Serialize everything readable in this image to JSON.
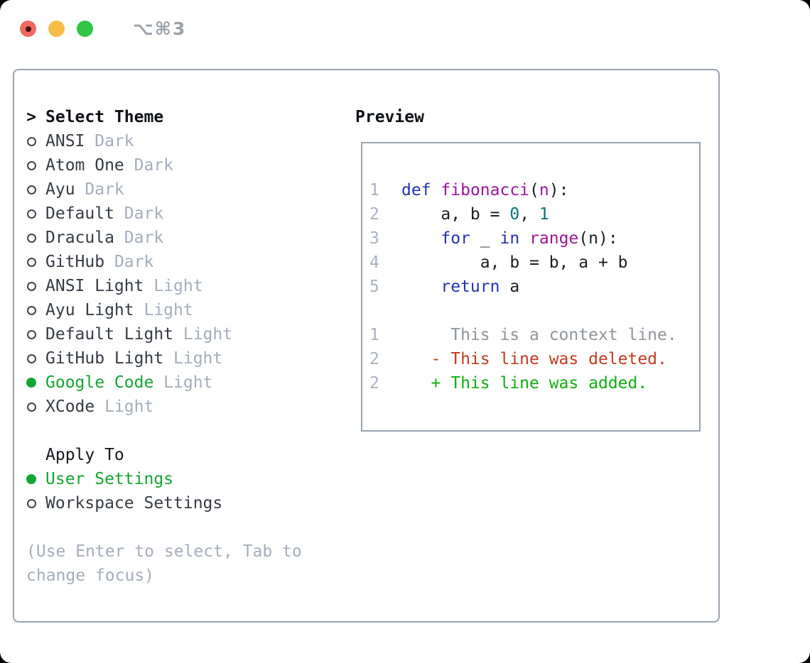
{
  "window": {
    "title": "⌥⌘3"
  },
  "colors": {
    "accent_green": "#14a534",
    "keyword": "#2433b0",
    "function": "#9a169a",
    "number": "#0b7474",
    "plain": "#1b1e23",
    "lineno": "#a8b1bf",
    "context": "#8f959c",
    "deleted": "#c23b22",
    "added": "#0fae0f",
    "list_primary": "#353b44",
    "list_secondary": "#a4adbb",
    "panel_border": "#99a3b0",
    "hint_text": "#a4adbb",
    "radio_ring": "#3f454d",
    "traffic_red": "#ee6a5f",
    "traffic_red_dot": "#43130b",
    "traffic_yellow": "#f5bd45",
    "traffic_green": "#32c546"
  },
  "theme_selector": {
    "header_marker": ">",
    "header": "Select Theme",
    "items": [
      {
        "name": "ANSI",
        "variant": "Dark",
        "selected": false
      },
      {
        "name": "Atom One",
        "variant": "Dark",
        "selected": false
      },
      {
        "name": "Ayu",
        "variant": "Dark",
        "selected": false
      },
      {
        "name": "Default",
        "variant": "Dark",
        "selected": false
      },
      {
        "name": "Dracula",
        "variant": "Dark",
        "selected": false
      },
      {
        "name": "GitHub",
        "variant": "Dark",
        "selected": false
      },
      {
        "name": "ANSI Light",
        "variant": "Light",
        "selected": false
      },
      {
        "name": "Ayu Light",
        "variant": "Light",
        "selected": false
      },
      {
        "name": "Default Light",
        "variant": "Light",
        "selected": false
      },
      {
        "name": "GitHub Light",
        "variant": "Light",
        "selected": false
      },
      {
        "name": "Google Code",
        "variant": "Light",
        "selected": true
      },
      {
        "name": "XCode",
        "variant": "Light",
        "selected": false
      }
    ]
  },
  "apply_to": {
    "header": "Apply To",
    "options": [
      {
        "label": "User Settings",
        "selected": true
      },
      {
        "label": "Workspace Settings",
        "selected": false
      }
    ]
  },
  "hint": "(Use Enter to select, Tab to change focus)",
  "preview": {
    "header": "Preview",
    "lines": [
      {
        "num": "1",
        "segments": [
          {
            "t": "def",
            "c": "keyword"
          },
          {
            "t": " ",
            "c": "plain"
          },
          {
            "t": "fibonacci",
            "c": "function"
          },
          {
            "t": "(",
            "c": "plain"
          },
          {
            "t": "n",
            "c": "function"
          },
          {
            "t": "):",
            "c": "plain"
          }
        ]
      },
      {
        "num": "2",
        "segments": [
          {
            "t": "    a, b = ",
            "c": "plain"
          },
          {
            "t": "0",
            "c": "number"
          },
          {
            "t": ", ",
            "c": "plain"
          },
          {
            "t": "1",
            "c": "number"
          }
        ]
      },
      {
        "num": "3",
        "segments": [
          {
            "t": "    ",
            "c": "plain"
          },
          {
            "t": "for",
            "c": "keyword"
          },
          {
            "t": " _ ",
            "c": "plain"
          },
          {
            "t": "in",
            "c": "keyword"
          },
          {
            "t": " ",
            "c": "plain"
          },
          {
            "t": "range",
            "c": "function"
          },
          {
            "t": "(n):",
            "c": "plain"
          }
        ]
      },
      {
        "num": "4",
        "segments": [
          {
            "t": "        a, b = b, a + b",
            "c": "plain"
          }
        ]
      },
      {
        "num": "5",
        "segments": [
          {
            "t": "    ",
            "c": "plain"
          },
          {
            "t": "return",
            "c": "keyword"
          },
          {
            "t": " a",
            "c": "plain"
          }
        ]
      },
      {
        "num": "",
        "segments": []
      },
      {
        "num": "1",
        "segments": [
          {
            "t": "     This is a context line.",
            "c": "context"
          }
        ]
      },
      {
        "num": "2",
        "segments": [
          {
            "t": "   - This line was deleted.",
            "c": "deleted"
          }
        ]
      },
      {
        "num": "2",
        "segments": [
          {
            "t": "   + This line was added.",
            "c": "added"
          }
        ]
      }
    ]
  }
}
